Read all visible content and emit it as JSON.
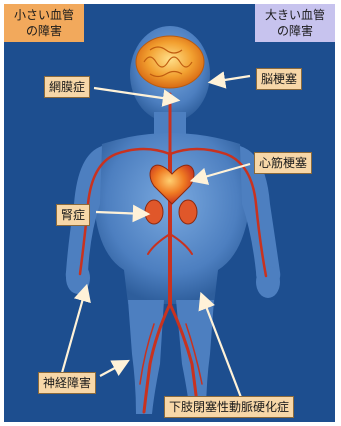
{
  "corners": {
    "small_vessel": [
      "小さい血管",
      "の障害"
    ],
    "large_vessel": [
      "大きい血管",
      "の障害"
    ]
  },
  "labels": {
    "retinopathy": "網膜症",
    "cerebral_infarction": "脳梗塞",
    "myocardial_infarction": "心筋梗塞",
    "nephropathy": "腎症",
    "neuropathy": "神経障害",
    "pad": "下肢閉塞性動脈硬化症"
  },
  "colors": {
    "background": "#1d4e8f",
    "small_vessel_box": "#f2a95c",
    "large_vessel_box": "#c7c3ee",
    "label_box": "#f7d7a8",
    "artery": "#c8321f",
    "brain": "#f0a030"
  }
}
